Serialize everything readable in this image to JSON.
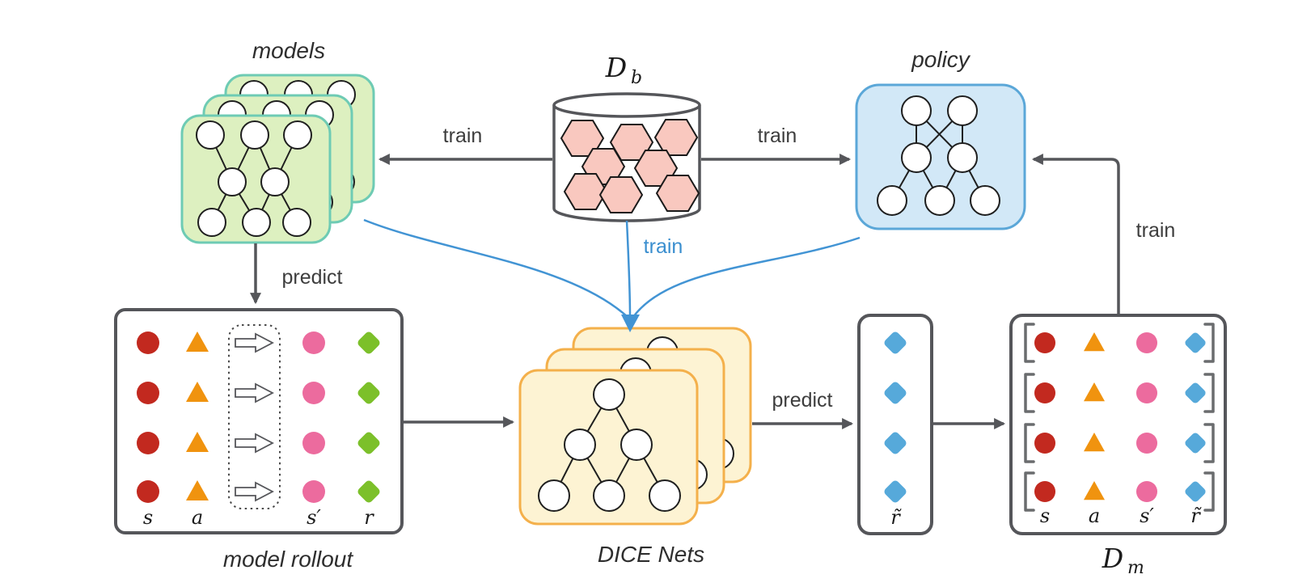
{
  "colors": {
    "gray": "#55565a",
    "bracket": "#6a6c6e",
    "green_fill": "#ddf0c0",
    "green_stroke": "#6ecbb4",
    "blue_fill": "#d2e8f7",
    "blue_stroke": "#5ba7d8",
    "yellow_fill": "#fdf3d3",
    "yellow_stroke": "#f4b04b",
    "hex_fill": "#f9c8bf",
    "red": "#c2291f",
    "orange": "#f0930f",
    "pink": "#ec6b9e",
    "green": "#7cc02a",
    "blue_diamond": "#56a9da",
    "blue_line": "#4294d4",
    "blue_text": "#3a8ecf"
  },
  "labels": {
    "models": "models",
    "policy": "policy",
    "db_main": "D",
    "db_sub": "b",
    "dm_main": "D",
    "dm_sub": "m",
    "model_rollout": "model rollout",
    "dice_nets": "DICE Nets",
    "rtilde": "r̃"
  },
  "edge_labels": {
    "train_models": "train",
    "train_policy": "train",
    "predict_rollout": "predict",
    "train_dice": "train",
    "predict_reward": "predict",
    "train_policy_from_dm": "train"
  },
  "rollout_columns": [
    "s",
    "a",
    "s′",
    "r"
  ],
  "dm_columns": [
    "s",
    "a",
    "s′",
    "r̃"
  ]
}
